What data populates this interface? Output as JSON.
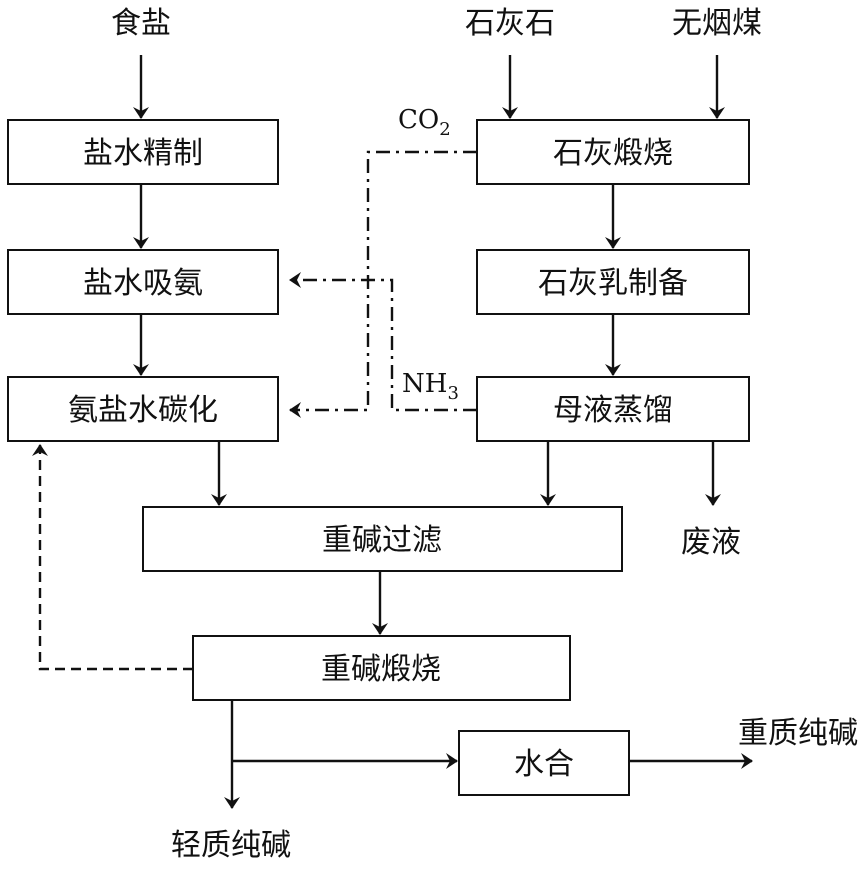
{
  "inputs": {
    "salt": "食盐",
    "limestone": "石灰石",
    "anthracite": "无烟煤"
  },
  "boxes": {
    "brine_refining": "盐水精制",
    "brine_ammonia": "盐水吸氨",
    "ammonia_brine_carbonation": "氨盐水碳化",
    "lime_calcining": "石灰煅烧",
    "lime_milk": "石灰乳制备",
    "mother_liquor_distill": "母液蒸馏",
    "bicarbonate_filter": "重碱过滤",
    "bicarbonate_calcining": "重碱煅烧",
    "hydration": "水合"
  },
  "outputs": {
    "waste_liquid": "废液",
    "heavy_soda": "重质纯碱",
    "light_soda": "轻质纯碱"
  },
  "gases": {
    "co2_main": "CO",
    "co2_sub": "2",
    "nh3_main": "NH",
    "nh3_sub": "3"
  }
}
